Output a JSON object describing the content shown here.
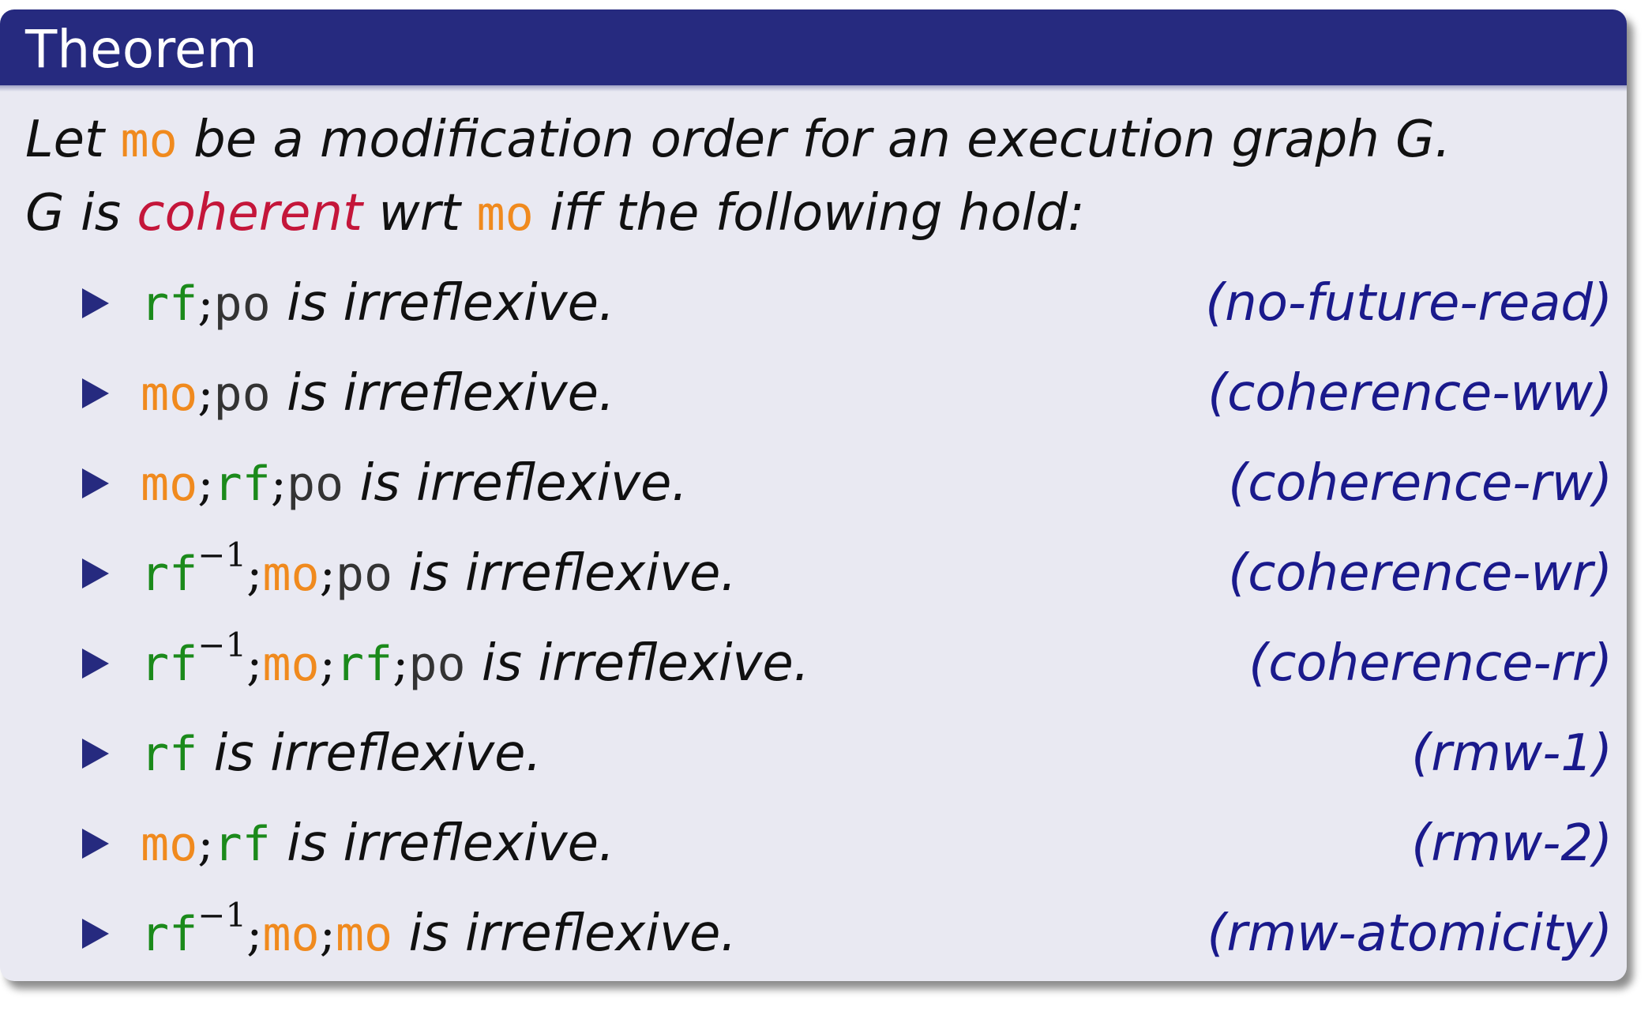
{
  "block": {
    "title": "Theorem"
  },
  "intro": {
    "line1": {
      "pre": "Let ",
      "mo": "mo",
      "post": " be a modification order for an execution graph G."
    },
    "line2": {
      "pre": "G is ",
      "coherent": "coherent",
      "mid": " wrt ",
      "mo": "mo",
      "post": " iff the following hold:"
    }
  },
  "terms": {
    "rf": "rf",
    "po": "po",
    "mo": "mo",
    "semicolon": ";",
    "inverse": "−1",
    "irreflexive": " is irreflexive."
  },
  "conditions": [
    {
      "tag": "(no-future-read)"
    },
    {
      "tag": "(coherence-ww)"
    },
    {
      "tag": "(coherence-rw)"
    },
    {
      "tag": "(coherence-wr)"
    },
    {
      "tag": "(coherence-rr)"
    },
    {
      "tag": "(rmw-1)"
    },
    {
      "tag": "(rmw-2)"
    },
    {
      "tag": "(rmw-atomicity)"
    }
  ],
  "colors": {
    "header": "#262a7f",
    "body": "#e9e9f2",
    "mo": "#f08a1e",
    "rf": "#1b8a1b",
    "highlight": "#c4163a",
    "tag": "#1a1a8c"
  }
}
